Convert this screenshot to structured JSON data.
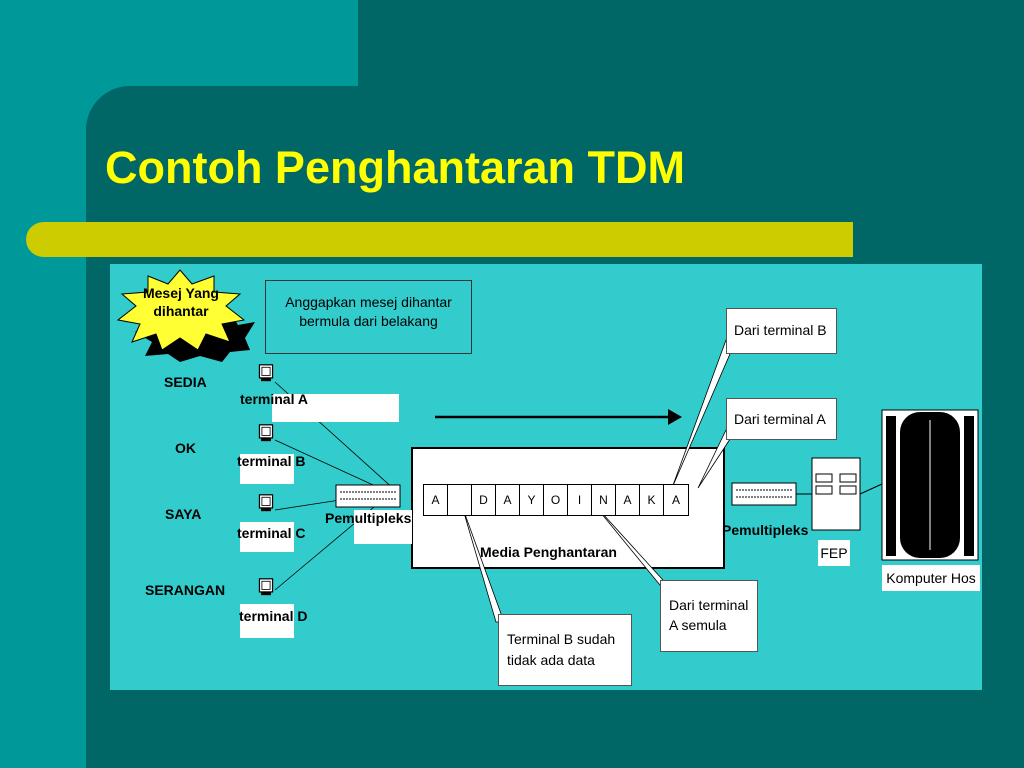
{
  "slide": {
    "title": "Contoh Penghantaran TDM"
  },
  "diagram": {
    "burst_label": "Mesej Yang dihantar",
    "note_start": "Anggapkan mesej dihantar bermula dari belakang",
    "words": [
      {
        "word": "SEDIA",
        "terminal": "terminal A"
      },
      {
        "word": "OK",
        "terminal": "terminal B"
      },
      {
        "word": "SAYA",
        "terminal": "terminal C"
      },
      {
        "word": "SERANGAN",
        "terminal": "terminal D"
      }
    ],
    "mux_left_label": "Pemultipleks",
    "mux_right_label": "Pemultipleks",
    "media_label": "Media Penghantaran",
    "frame_cells": [
      "A",
      "",
      "D",
      "A",
      "Y",
      "O",
      "I",
      "N",
      "A",
      "K",
      "A"
    ],
    "callout_b": "Dari terminal B",
    "callout_a": "Dari terminal A",
    "callout_a_orig": "Dari terminal A semula",
    "callout_no_data": "Terminal B sudah tidak ada data",
    "fep_label": "FEP",
    "host_label": "Komputer Hos"
  },
  "colors": {
    "background": "#009999",
    "dark_panel": "#006666",
    "title": "#ffff00",
    "accent_bar": "#cccc00",
    "diagram_bg": "#33cccc",
    "burst": "#ffff33"
  }
}
